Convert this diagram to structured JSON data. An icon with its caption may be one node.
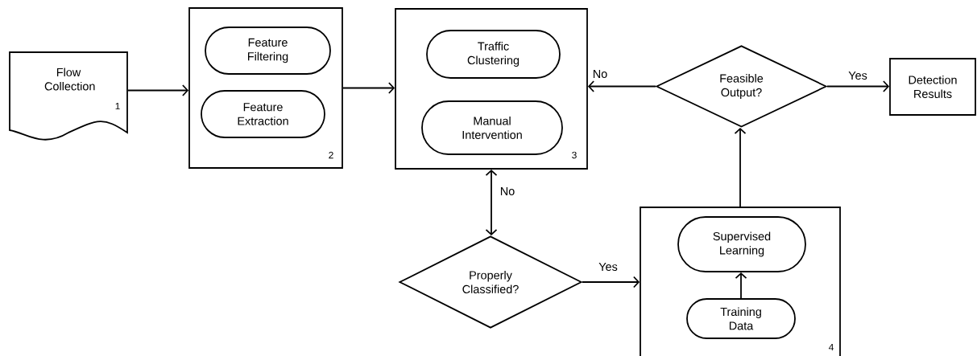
{
  "diagram": {
    "nodes": [
      {
        "text": [
          "Flow Collection",
          "1"
        ]
      },
      {
        "text": [
          "2"
        ]
      },
      {
        "text": [
          "Feature Filtering"
        ],
        "in": 1
      },
      {
        "text": [
          "Feature Extraction"
        ],
        "in": 1
      },
      {
        "text": [
          "3"
        ]
      },
      {
        "text": [
          "Traffic Clustering"
        ],
        "in": 4
      },
      {
        "text": [
          "Manual Intervention"
        ],
        "in": 4
      },
      {
        "text": [
          "Feasible Output?"
        ]
      },
      {
        "text": [
          "Detection Results"
        ]
      },
      {
        "text": [
          "Properly Classified?"
        ]
      },
      {
        "text": [
          "4"
        ]
      },
      {
        "text": [
          "Supervised Learning"
        ],
        "in": 10
      },
      {
        "text": [
          "Training Data"
        ],
        "in": 10
      }
    ],
    "edges": [
      {
        "from": 0,
        "to": 1,
        "arrow": "to"
      },
      {
        "from": 1,
        "to": 4,
        "arrow": "to"
      },
      {
        "from": 7,
        "to": 4,
        "arrow": "to",
        "label": "No"
      },
      {
        "from": 7,
        "to": 8,
        "arrow": "to",
        "label": "Yes"
      },
      {
        "from": 4,
        "to": 9,
        "arrow": "both",
        "label": "No"
      },
      {
        "from": 9,
        "to": 10,
        "arrow": "to",
        "label": "Yes"
      },
      {
        "from": 10,
        "to": 7,
        "arrow": "to"
      },
      {
        "from": 12,
        "to": 11,
        "arrow": "to"
      }
    ]
  }
}
